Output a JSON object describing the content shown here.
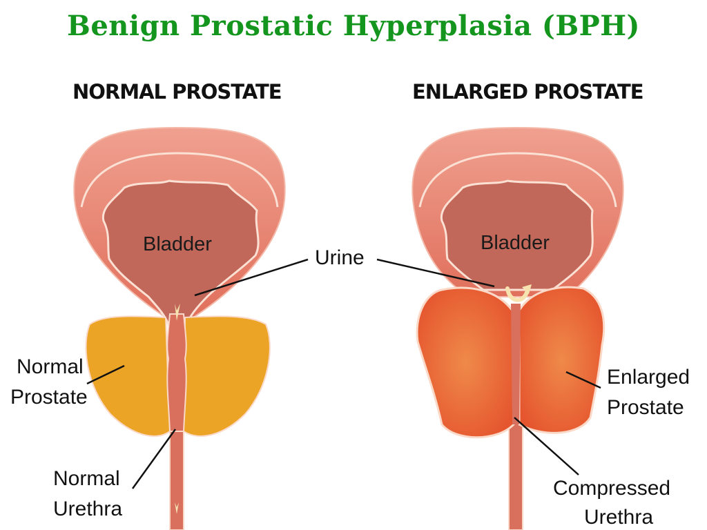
{
  "title": "Benign Prostatic Hyperplasia (BPH)",
  "panels": {
    "left": {
      "heading": "NORMAL PROSTATE",
      "bladder_label": "Bladder",
      "prostate_label_line1": "Normal",
      "prostate_label_line2": "Prostate",
      "urethra_label_line1": "Normal",
      "urethra_label_line2": "Urethra"
    },
    "right": {
      "heading": "ENLARGED PROSTATE",
      "bladder_label": "Bladder",
      "prostate_label_line1": "Enlarged",
      "prostate_label_line2": "Prostate",
      "urethra_label_line1": "Compressed",
      "urethra_label_line2": "Urethra"
    }
  },
  "shared_label": "Urine",
  "colors": {
    "title": "#14961e",
    "bladder_outer": "#e8806a",
    "bladder_inner": "#c2685a",
    "normal_prostate": "#eba425",
    "enlarged_prostate": "#ea6a3a",
    "outline": "#fbd9c8",
    "arrow": "#f7e3b0"
  }
}
